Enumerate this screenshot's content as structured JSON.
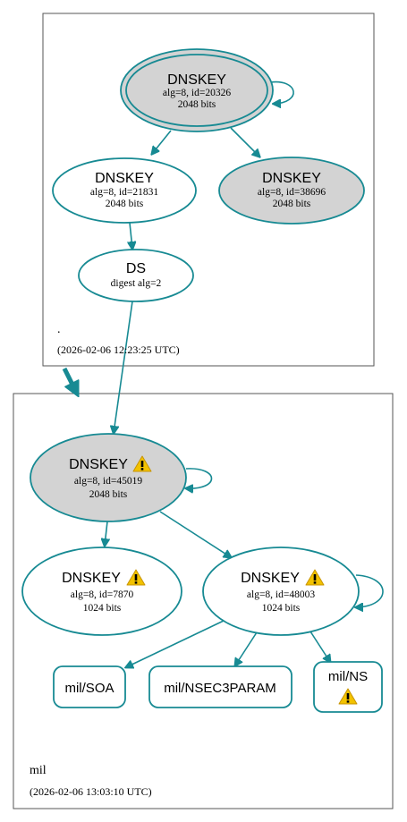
{
  "colors": {
    "edge": "#178a93",
    "node_grey": "#d3d3d3",
    "warning": "#f2c200"
  },
  "zones": {
    "root": {
      "name": ".",
      "timestamp": "(2026-02-06 12:23:25 UTC)"
    },
    "mil": {
      "name": "mil",
      "timestamp": "(2026-02-06 13:03:10 UTC)"
    }
  },
  "nodes": {
    "root_ksk": {
      "title": "DNSKEY",
      "line1": "alg=8, id=20326",
      "line2": "2048 bits"
    },
    "root_zsk1": {
      "title": "DNSKEY",
      "line1": "alg=8, id=21831",
      "line2": "2048 bits"
    },
    "root_zsk2": {
      "title": "DNSKEY",
      "line1": "alg=8, id=38696",
      "line2": "2048 bits"
    },
    "root_ds": {
      "title": "DS",
      "line1": "digest alg=2"
    },
    "mil_ksk": {
      "title": "DNSKEY",
      "line1": "alg=8, id=45019",
      "line2": "2048 bits",
      "icon": "warning-icon"
    },
    "mil_zsk1": {
      "title": "DNSKEY",
      "line1": "alg=8, id=7870",
      "line2": "1024 bits",
      "icon": "warning-icon"
    },
    "mil_zsk2": {
      "title": "DNSKEY",
      "line1": "alg=8, id=48003",
      "line2": "1024 bits",
      "icon": "warning-icon"
    },
    "mil_soa": {
      "title": "mil/SOA"
    },
    "mil_nsec3param": {
      "title": "mil/NSEC3PARAM"
    },
    "mil_ns": {
      "title": "mil/NS",
      "icon": "warning-icon"
    }
  }
}
